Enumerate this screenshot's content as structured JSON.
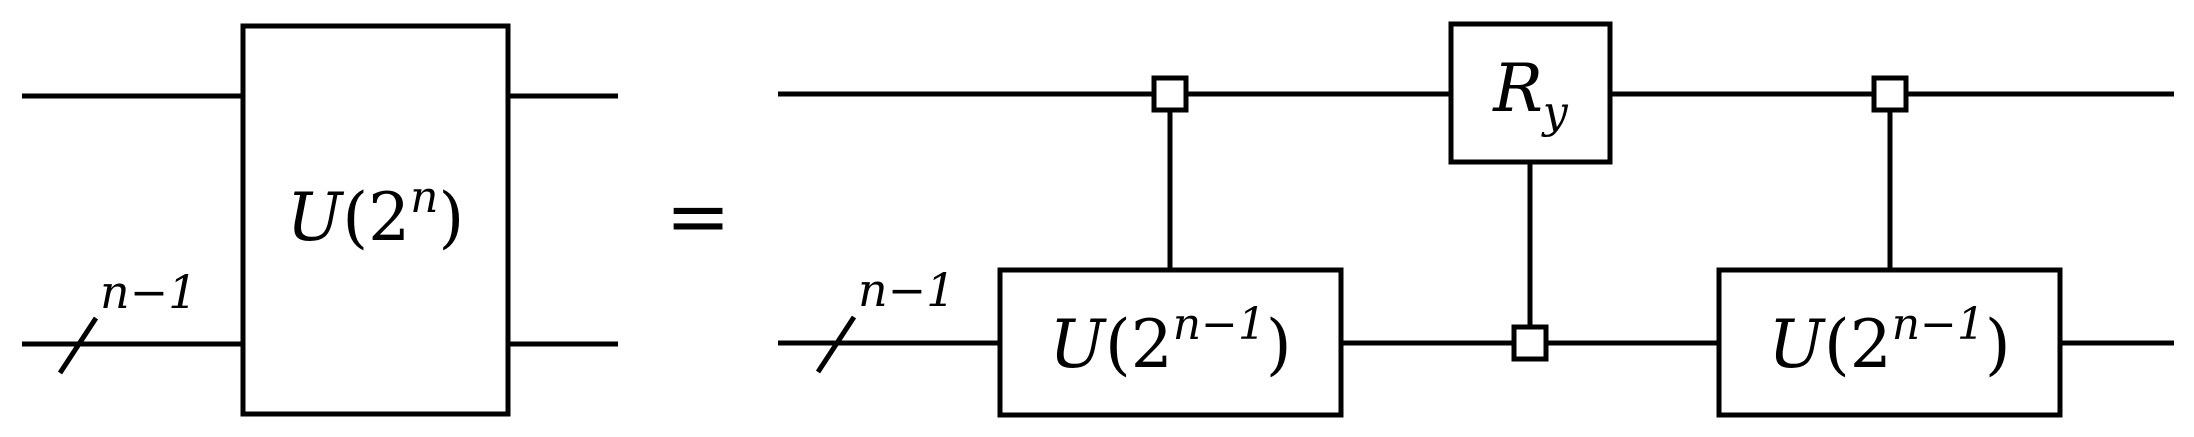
{
  "equals_sign": "=",
  "left": {
    "gate": {
      "base": "U",
      "open": "(2",
      "exp": "n",
      "close": ")"
    },
    "register_label": "n−1"
  },
  "right": {
    "register_label": "n−1",
    "gate1": {
      "base": "U",
      "open": "(2",
      "exp": "n−1",
      "close": ")"
    },
    "rotation": {
      "base": "R",
      "sub": "y"
    },
    "gate2": {
      "base": "U",
      "open": "(2",
      "exp": "n−1",
      "close": ")"
    }
  },
  "colors": {
    "line": "#000000",
    "background": "#ffffff"
  }
}
